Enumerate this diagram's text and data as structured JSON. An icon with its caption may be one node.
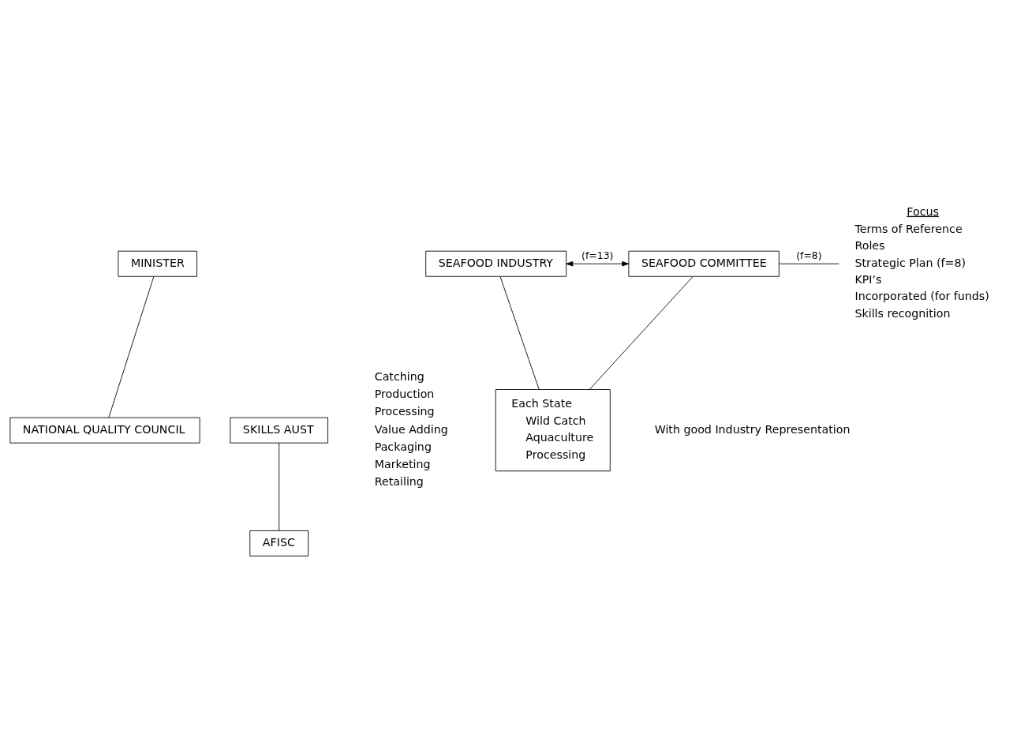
{
  "diagram": {
    "nodes": [
      {
        "text": [
          "MINISTER"
        ]
      },
      {
        "text": [
          "NATIONAL QUALITY COUNCIL"
        ]
      },
      {
        "text": [
          "SKILLS AUST"
        ]
      },
      {
        "text": [
          "AFISC"
        ]
      },
      {
        "text": [
          "SEAFOOD INDUSTRY"
        ]
      },
      {
        "text": [
          "SEAFOOD COMMITTEE"
        ]
      },
      {
        "text": [
          "Each State",
          "Wild Catch",
          "Aquaculture",
          "Processing"
        ]
      },
      {
        "text": [
          "Focus",
          "Terms of Reference",
          "Roles",
          "Strategic Plan (f=8)",
          "KPI’s",
          "Incorporated (for funds)",
          "Skills recognition"
        ]
      }
    ],
    "edges": [
      {
        "from": 0,
        "to": 1,
        "arrow": "none"
      },
      {
        "from": 2,
        "to": 3,
        "arrow": "none"
      },
      {
        "from": 4,
        "to": 5,
        "arrow": "both",
        "label": "(f=13)"
      },
      {
        "from": 4,
        "to": 6,
        "arrow": "none"
      },
      {
        "from": 5,
        "to": 6,
        "arrow": "none"
      },
      {
        "from": 5,
        "to": 7,
        "arrow": "none",
        "label": "(f=8)"
      }
    ],
    "labels": [
      "With good Industry Representation",
      "Catching",
      "Production",
      "Processing",
      "Value Adding",
      "Packaging",
      "Marketing",
      "Retailing"
    ]
  }
}
